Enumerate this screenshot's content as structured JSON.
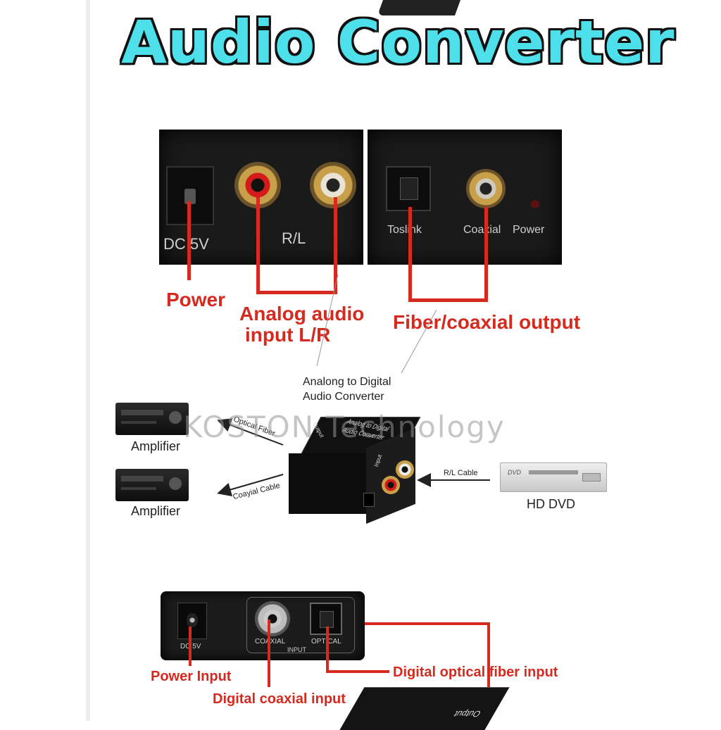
{
  "title": "Audio Converter",
  "top_panel": {
    "left_labels": {
      "dc": "DC 5V",
      "rl": "R/L"
    },
    "right_labels": {
      "toslink": "Toslink",
      "coaxial": "Coaxial",
      "power": "Power"
    }
  },
  "annotations_top": {
    "power": "Power",
    "analog_line1": "Analog audio",
    "analog_line2": "input L/R",
    "fiber": "Fiber/coaxial output"
  },
  "diagram": {
    "converter_caption_line1": "Analong to Digital",
    "converter_caption_line2": "Audio Converter",
    "amplifier_1": "Amplifier",
    "amplifier_2": "Amplifier",
    "optical_cable": "Optical Fiber",
    "coaxial_cable": "Coayial Cable",
    "rl_cable": "R/L Cable",
    "dvd_label": "HD DVD",
    "dvd_logo": "DVD",
    "box_top_text_1": "Analog to Digital",
    "box_top_text_2": "Audio Converter",
    "box_output": "Output",
    "box_input": "Input",
    "watermark": "KOSTON Technology"
  },
  "bottom_panel": {
    "dc": "DC 5V",
    "coaxial": "COAXIAL",
    "optical": "OPTICAL",
    "input": "INPUT"
  },
  "annotations_bottom": {
    "power_input": "Power Input",
    "optical_input": "Digital optical fiber input",
    "coaxial_input": "Digital coaxial input",
    "box_output": "Output"
  },
  "colors": {
    "title": "#4ee0ea",
    "annotation": "#d62a1f",
    "panel": "#1a1a1a"
  }
}
